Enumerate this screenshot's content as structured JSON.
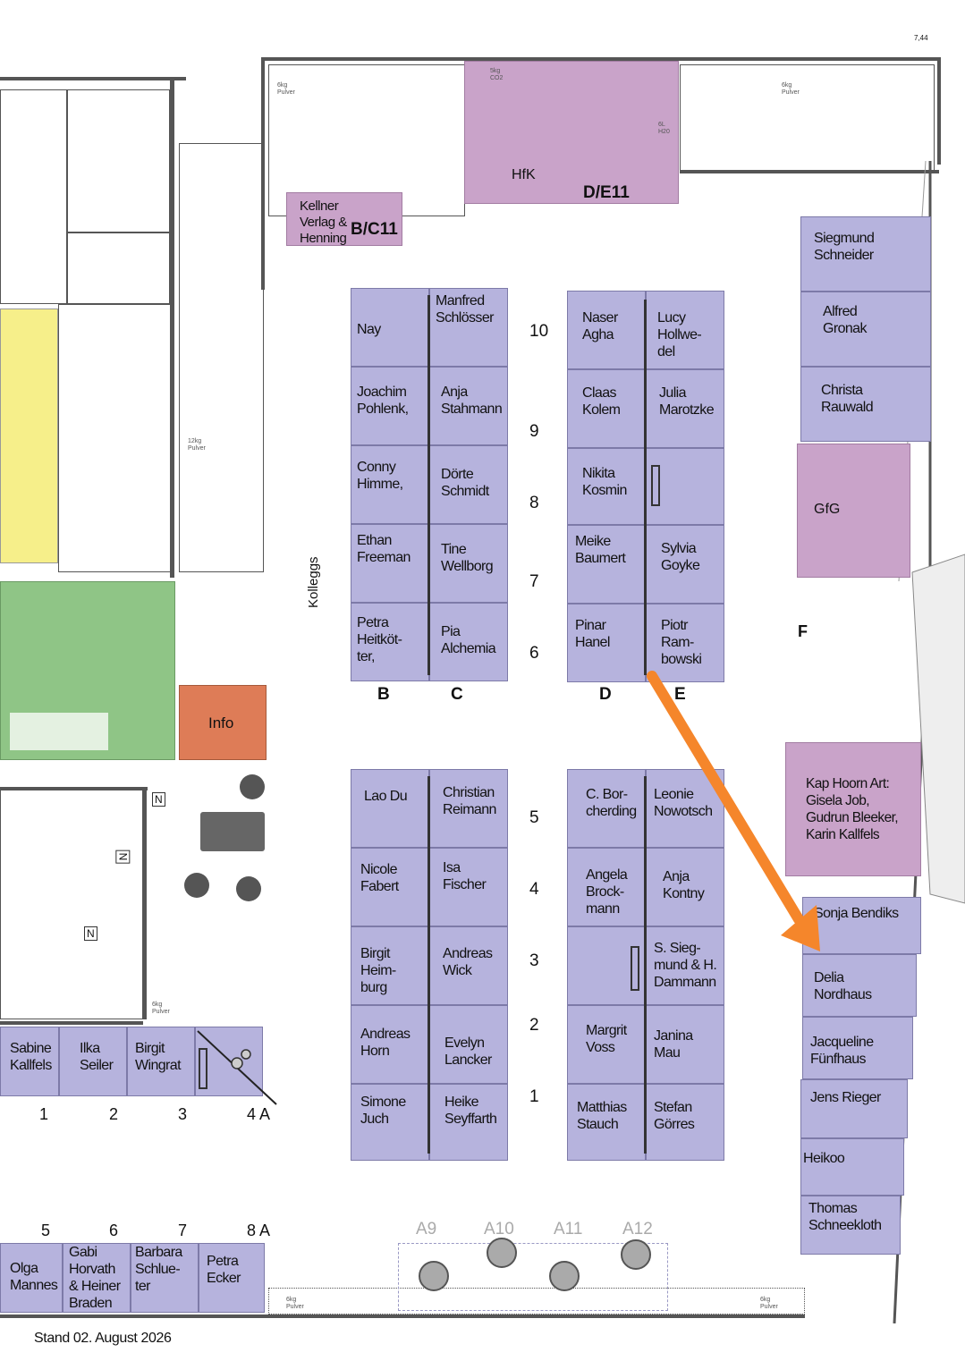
{
  "rooms": {
    "hfk": {
      "label": "HfK",
      "code": "D/E11"
    },
    "kellner": {
      "label": "Kellner\nVerlag &\nHenning",
      "code": "B/C11"
    },
    "gfg": {
      "label": "GfG"
    },
    "info": {
      "label": "Info"
    },
    "kap_hoorn": {
      "label": "Kap Hoorn Art:\nGisela Job,\nGudrun Bleeker,\nKarin Kallfels"
    }
  },
  "fire_marks": {
    "pulver": "6kg\nPulver",
    "co2": "5kg\nCO2",
    "h2o": "6L\nH20",
    "pulver12": "12kg\nPulver"
  },
  "column_letters": [
    "B",
    "C",
    "D",
    "E"
  ],
  "row_numbers": [
    "10",
    "9",
    "8",
    "7",
    "6",
    "5",
    "4",
    "3",
    "2",
    "1"
  ],
  "side_markers": {
    "f": "F",
    "kolleggs": "Kolleggs",
    "n1": "N",
    "n2": "N",
    "n3": "N"
  },
  "dimension": "7,44",
  "booths_bc_upper": [
    {
      "b": "Nay",
      "c": "Manfred\nSchlösser"
    },
    {
      "b": "Joachim\nPohlenk,",
      "c": "Anja\nStahmann"
    },
    {
      "b": "Conny\nHimme,",
      "c": "Dörte\nSchmidt"
    },
    {
      "b": "Ethan\nFreeman",
      "c": "Tine\nWellborg"
    },
    {
      "b": "Petra\nHeitköt-\nter,",
      "c": "Pia\nAlchemia"
    }
  ],
  "booths_de_upper": [
    {
      "d": "Naser\nAgha",
      "e": "Lucy\nHollwe-\ndel"
    },
    {
      "d": "Claas\nKolem",
      "e": "Julia\nMarotzke"
    },
    {
      "d": "Nikita\nKosmin",
      "e": ""
    },
    {
      "d": "Meike\nBaumert",
      "e": "Sylvia\nGoyke"
    },
    {
      "d": "Pinar\nHanel",
      "e": "Piotr\nRam-\nbowski"
    }
  ],
  "booths_bc_lower": [
    {
      "b": "Lao Du",
      "c": "Christian\nReimann"
    },
    {
      "b": "Nicole\nFabert",
      "c": "Isa\nFischer"
    },
    {
      "b": "Birgit\nHeim-\nburg",
      "c": "Andreas\nWick"
    },
    {
      "b": "Andreas\nHorn",
      "c": "Evelyn\nLancker"
    },
    {
      "b": "Simone\nJuch",
      "c": "Heike\nSeyffarth"
    }
  ],
  "booths_de_lower": [
    {
      "d": "C. Bor-\ncherding",
      "e": "Leonie\nNowotsch"
    },
    {
      "d": "Angela\nBrock-\nmann",
      "e": "Anja\nKontny"
    },
    {
      "d": "",
      "e": "S. Sieg-\nmund & H.\nDammann"
    },
    {
      "d": "Margrit\nVoss",
      "e": "Janina\nMau"
    },
    {
      "d": "Matthias\nStauch",
      "e": "Stefan\nGörres"
    }
  ],
  "booths_f_upper": [
    "Siegmund\nSchneider",
    "Alfred\nGronak",
    "Christa\nRauwald"
  ],
  "booths_f_lower": [
    "Sonja Bendiks",
    "Delia\nNordhaus",
    "Jacqueline\nFünfhaus",
    "Jens Rieger",
    "Heikoo",
    "Thomas\nSchneekloth"
  ],
  "booths_a_upper": {
    "names": [
      "Sabine\nKallfels",
      "Ilka\nSeiler",
      "Birgit\nWingrat"
    ],
    "numbers": [
      "1",
      "2",
      "3",
      "4 A"
    ]
  },
  "booths_a_lower": {
    "names": [
      "Olga\nMannes",
      "Gabi\nHorvath\n& Heiner\nBraden",
      "Barbara\nSchlue-\nter",
      "Petra\nEcker"
    ],
    "numbers": [
      "5",
      "6",
      "7",
      "8 A"
    ]
  },
  "cafe_tables": [
    "A9",
    "A10",
    "A11",
    "A12"
  ],
  "footer": {
    "stand": "Stand 02. August 2026"
  },
  "colors": {
    "booth": "#b6b3dd",
    "pink": "#c9a3c9",
    "yellow": "#f6ef8a",
    "green": "#8fc586",
    "info": "#de7c57",
    "arrow": "#f5862b"
  },
  "icons": [
    "fire-extinguisher-icon",
    "table-chairs-icon",
    "direction-arrow-icon"
  ]
}
